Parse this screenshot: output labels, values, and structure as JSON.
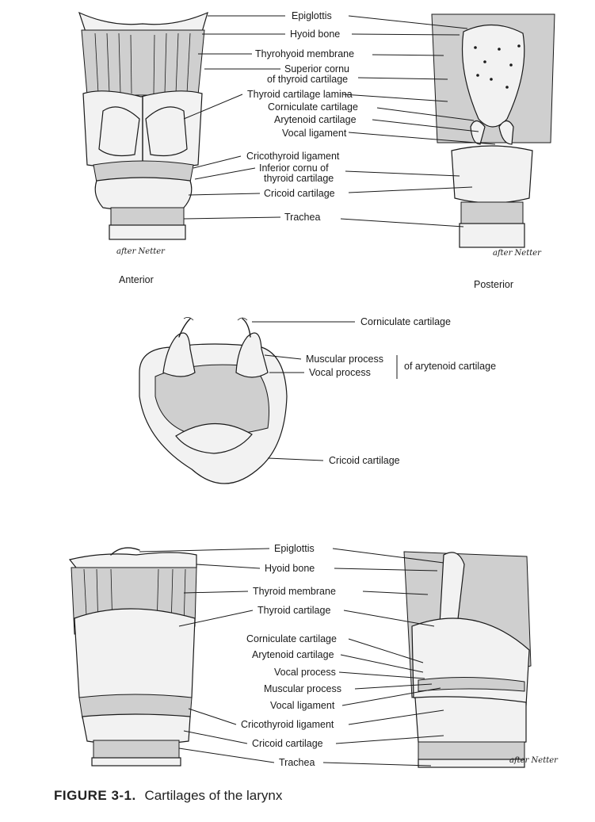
{
  "panels": {
    "anterior": {
      "view_label": "Anterior",
      "signature": "after Netter",
      "labels": [
        "Epiglottis",
        "Hyoid bone",
        "Thyrohyoid membrane",
        "Superior cornu",
        "of thyroid cartilage",
        "Thyroid cartilage lamina",
        "Corniculate cartilage",
        "Arytenoid cartilage",
        "Vocal ligament",
        "Cricothyroid ligament",
        "Inferior cornu of",
        "thyroid cartilage",
        "Cricoid cartilage",
        "Trachea"
      ]
    },
    "posterior": {
      "view_label": "Posterior",
      "signature": "after Netter"
    },
    "cricoid_view": {
      "labels": [
        "Corniculate cartilage",
        "Muscular process",
        "Vocal process",
        "of arytenoid cartilage",
        "Cricoid cartilage"
      ]
    },
    "lateral_views": {
      "signature": "after Netter",
      "labels": [
        "Epiglottis",
        "Hyoid bone",
        "Thyroid membrane",
        "Thyroid cartilage",
        "Corniculate cartilage",
        "Arytenoid cartilage",
        "Vocal process",
        "Muscular process",
        "Vocal ligament",
        "Cricothyroid ligament",
        "Cricoid cartilage",
        "Trachea"
      ]
    }
  },
  "caption": {
    "number": "FIGURE 3-1.",
    "text": "Cartilages of the larynx"
  }
}
